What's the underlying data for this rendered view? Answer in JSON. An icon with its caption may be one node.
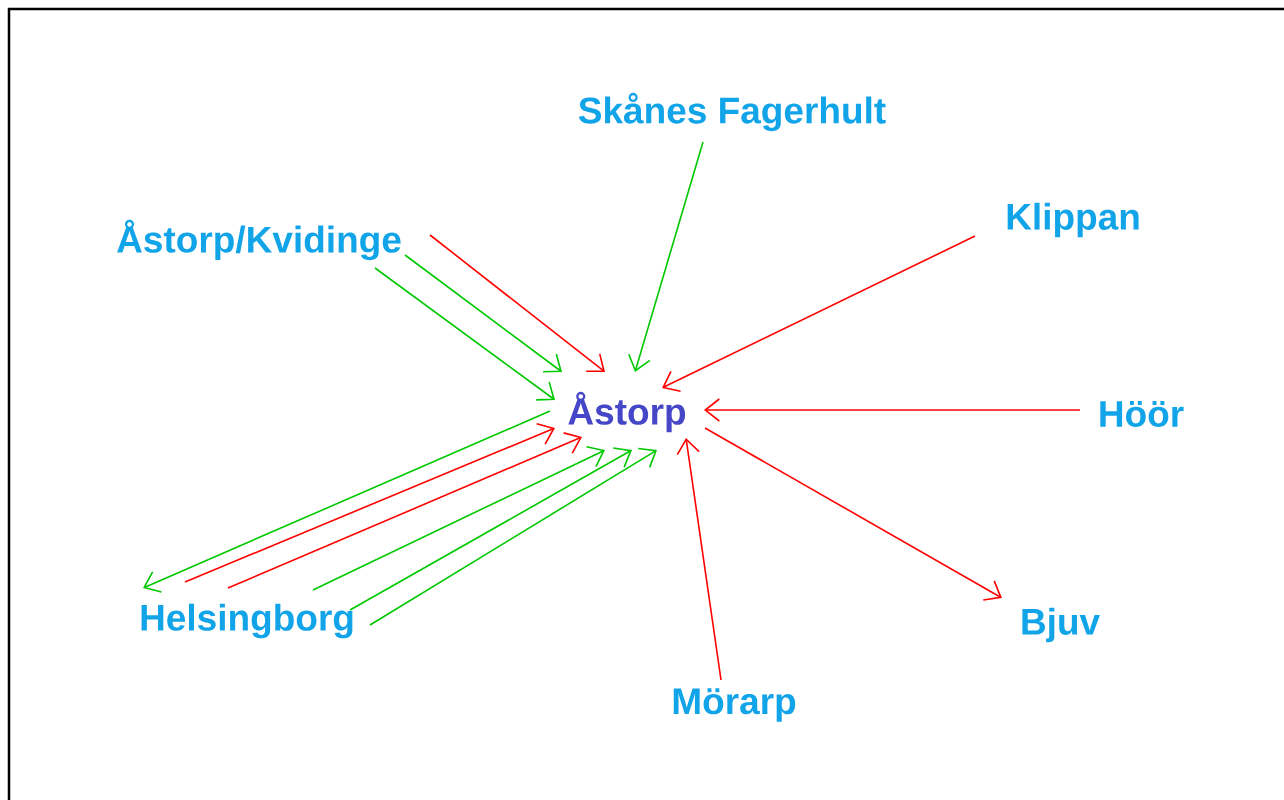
{
  "diagram": {
    "nodes": [
      {
        "text": [
          "Skånes Fagerhult"
        ]
      },
      {
        "text": [
          "Åstorp/Kvidinge"
        ]
      },
      {
        "text": [
          "Klippan"
        ]
      },
      {
        "text": [
          "Åstorp"
        ]
      },
      {
        "text": [
          "Höör"
        ]
      },
      {
        "text": [
          "Helsingborg"
        ]
      },
      {
        "text": [
          "Bjuv"
        ]
      },
      {
        "text": [
          "Mörarp"
        ]
      }
    ],
    "edges": [
      {
        "from": 1,
        "to": 3,
        "arrow": "to",
        "color": "#ff0000"
      },
      {
        "from": 1,
        "to": 3,
        "arrow": "to",
        "color": "#00c800"
      },
      {
        "from": 1,
        "to": 3,
        "arrow": "to",
        "color": "#00c800"
      },
      {
        "from": 0,
        "to": 3,
        "arrow": "to",
        "color": "#00c800"
      },
      {
        "from": 2,
        "to": 3,
        "arrow": "to",
        "color": "#ff0000"
      },
      {
        "from": 4,
        "to": 3,
        "arrow": "to",
        "color": "#ff0000"
      },
      {
        "from": 3,
        "to": 6,
        "arrow": "to",
        "color": "#ff0000"
      },
      {
        "from": 7,
        "to": 3,
        "arrow": "to",
        "color": "#ff0000"
      },
      {
        "from": 3,
        "to": 5,
        "arrow": "to",
        "color": "#00c800"
      },
      {
        "from": 5,
        "to": 3,
        "arrow": "to",
        "color": "#ff0000"
      },
      {
        "from": 5,
        "to": 3,
        "arrow": "to",
        "color": "#ff0000"
      },
      {
        "from": 5,
        "to": 3,
        "arrow": "to",
        "color": "#00c800"
      },
      {
        "from": 5,
        "to": 3,
        "arrow": "to",
        "color": "#00c800"
      },
      {
        "from": 5,
        "to": 3,
        "arrow": "to",
        "color": "#00c800"
      }
    ]
  }
}
